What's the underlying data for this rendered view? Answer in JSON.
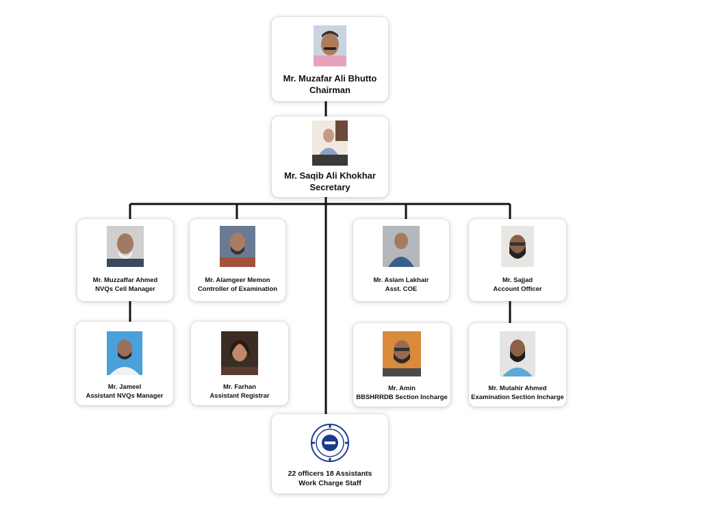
{
  "colors": {
    "line": "#111111",
    "card_bg": "#ffffff",
    "seal_blue": "#1b3a8c"
  },
  "chairman": {
    "name": "Mr. Muzafar Ali Bhutto",
    "role": "Chairman",
    "photo": "chairman-photo"
  },
  "secretary": {
    "name": "Mr. Saqib Ali Khokhar",
    "role": "Secretary",
    "photo": "secretary-photo"
  },
  "left_column_1": [
    {
      "name": "Mr. Muzzaffar Ahmed",
      "role": "NVQs Cell Manager"
    },
    {
      "name": "Mr. Jameel",
      "role": "Assistant NVQs Manager"
    }
  ],
  "left_column_2": [
    {
      "name": "Mr. Alamgeer Memon",
      "role": "Controller of Examination"
    },
    {
      "name": "Mr. Farhan",
      "role": "Assistant Registrar"
    }
  ],
  "right_column_1": [
    {
      "name": "Mr. Aslam Lakhair",
      "role": "Asst. COE"
    },
    {
      "name": "Mr. Amin",
      "role": "BBSHRRDB Section Incharge"
    }
  ],
  "right_column_2": [
    {
      "name": "Mr. Sajjad",
      "role": "Account Officer"
    },
    {
      "name": "Mr. Mutahir Ahmed",
      "role": "Examination Section Incharge"
    }
  ],
  "staff": {
    "line1": "22 officers 18 Assistants",
    "line2": "Work Charge Staff",
    "logo": "institution-seal"
  }
}
